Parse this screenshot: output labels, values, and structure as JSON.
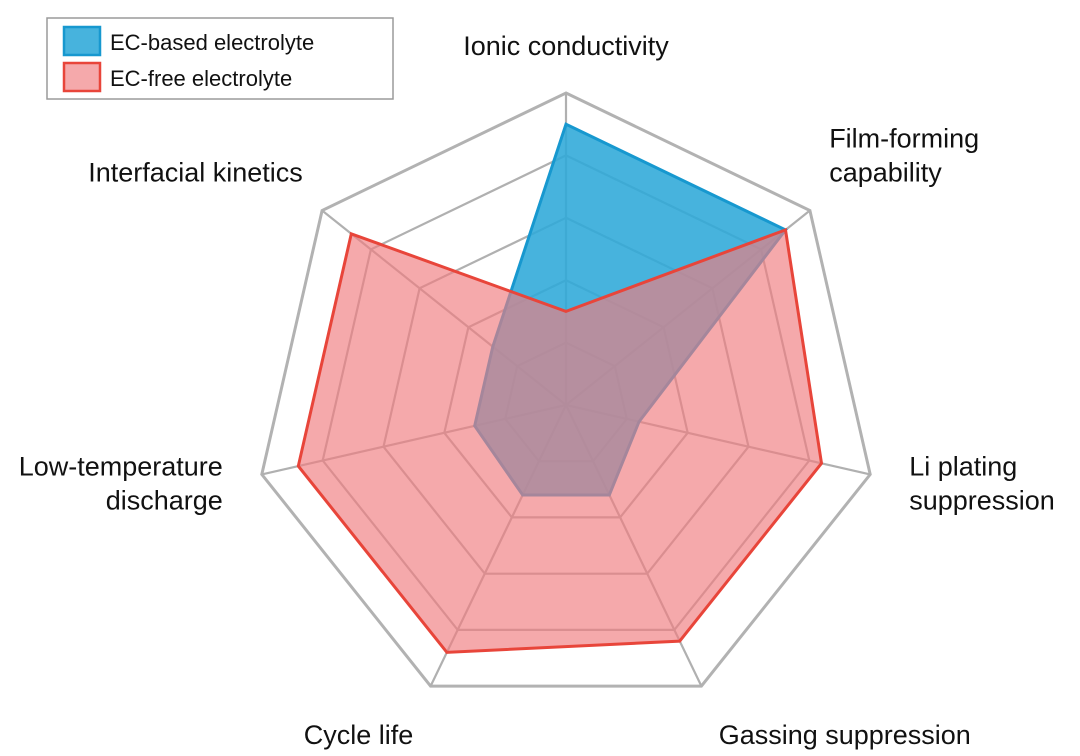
{
  "chart_data": {
    "type": "radar",
    "axes": [
      "Ionic conductivity",
      "Film-forming capability",
      "Li plating suppression",
      "Gassing suppression",
      "Cycle life",
      "Low-temperature discharge",
      "Interfacial kinetics"
    ],
    "axis_label_lines": [
      [
        "Ionic conductivity"
      ],
      [
        "Film-forming",
        "capability"
      ],
      [
        "Li plating",
        "suppression"
      ],
      [
        "Gassing suppression"
      ],
      [
        "Cycle life"
      ],
      [
        "Low-temperature",
        "discharge"
      ],
      [
        "Interfacial kinetics"
      ]
    ],
    "rings": 5,
    "range": [
      0,
      5
    ],
    "series": [
      {
        "name": "EC-based electrolyte",
        "values": [
          4.5,
          4.5,
          1.2,
          1.6,
          1.6,
          1.5,
          1.5
        ],
        "fill": "#2ea8d8",
        "stroke": "#1798cf"
      },
      {
        "name": "EC-free electrolyte",
        "values": [
          1.5,
          4.5,
          4.2,
          4.2,
          4.4,
          4.4,
          4.4
        ],
        "fill": "#f07d80",
        "stroke": "#e8453a"
      }
    ],
    "grid_color": "#b0b0b0",
    "frame_color": "#b2b2b2",
    "legend": {
      "position": "top-left"
    }
  }
}
